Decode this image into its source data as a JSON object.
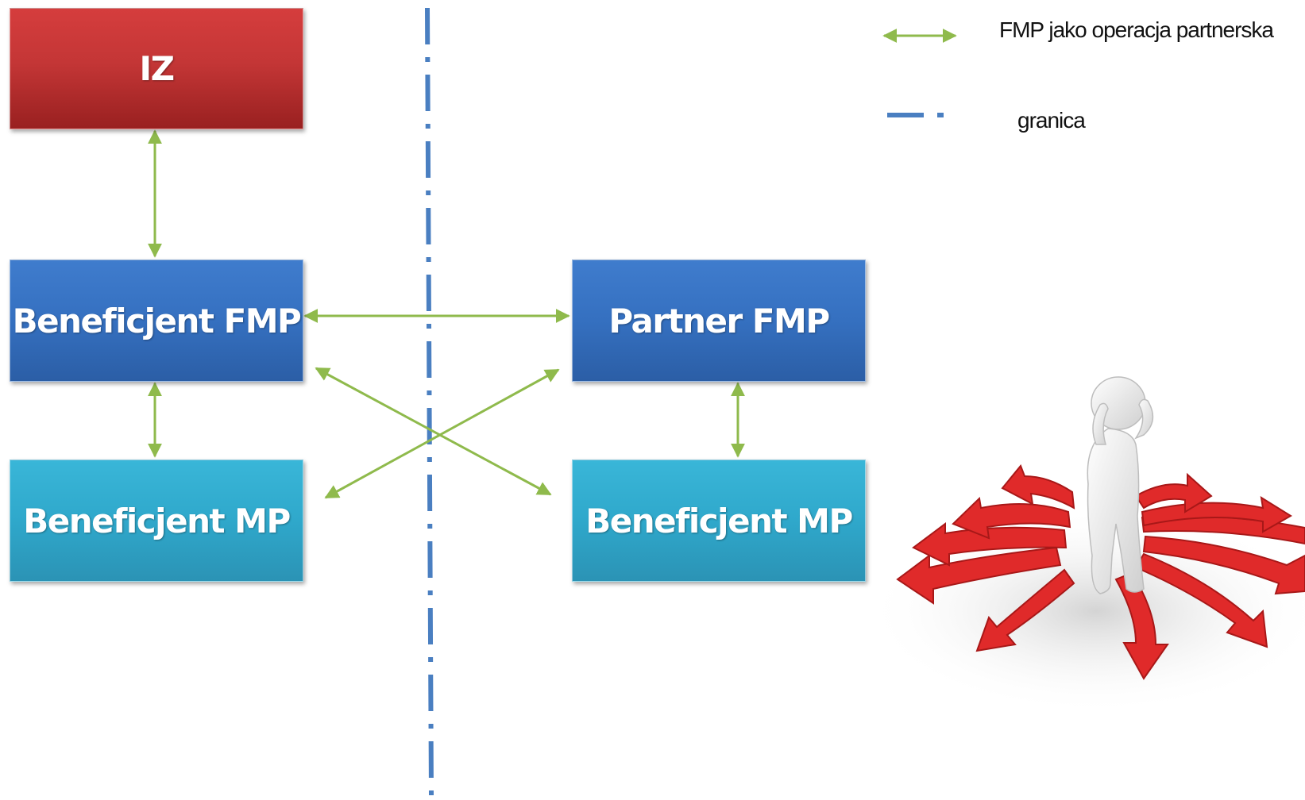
{
  "boxes": {
    "iz": "IZ",
    "beneficjent_fmp": "Beneficjent FMP",
    "beneficjent_mp_left": "Beneficjent MP",
    "partner_fmp": "Partner FMP",
    "beneficjent_mp_right": "Beneficjent MP"
  },
  "legend": {
    "arrow_label": "FMP jako operacja partnerska",
    "border_label": "granica"
  },
  "colors": {
    "arrow": "#8fba4c",
    "border_line": "#4a7fc1",
    "iz_box": "#c43636",
    "fmp_box": "#3570c0",
    "mp_box": "#2fa8cb",
    "figure_arrows": "#e02a2a"
  },
  "illustration": {
    "icon": "confused-figure-with-arrows-icon"
  }
}
